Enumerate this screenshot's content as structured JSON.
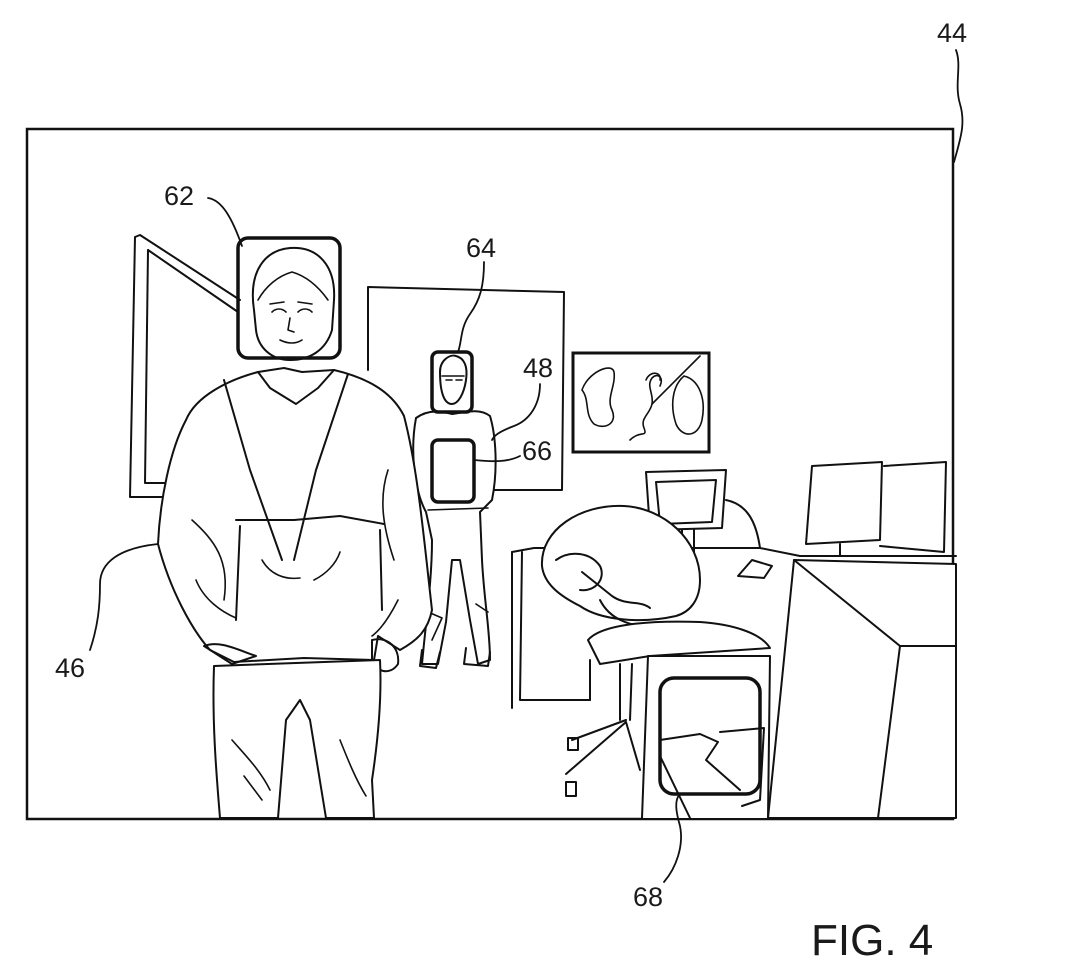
{
  "figure": {
    "caption": "FIG. 4",
    "reference_numerals": {
      "frame": "44",
      "person_near": "46",
      "person_far": "48",
      "face_box_near": "62",
      "face_box_far": "64",
      "torso_box_far": "66",
      "chair_box": "68"
    }
  }
}
